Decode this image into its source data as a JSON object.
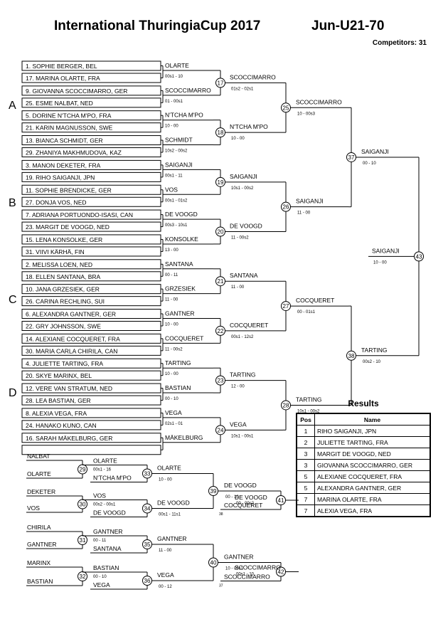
{
  "header": {
    "title": "International ThuringiaCup 2017",
    "category": "Jun-U21-70",
    "competitors": "Competitors: 31"
  },
  "pools": [
    "A",
    "B",
    "C",
    "D"
  ],
  "entries": [
    "1. SOPHIE  BERGER, BEL",
    "17. MARINA OLARTE, FRA",
    "9. GIOVANNA SCOCCIMARRO, GER",
    "25. ESME NALBAT, NED",
    "5. DORINE        N'TCHA M'PO, FRA",
    "21. KARIN MAGNUSSON, SWE",
    "13. BIANCA SCHMIDT, GER",
    "29. ZHANIYA MAKHMUDOVA, KAZ",
    "3. MANON DEKETER, FRA",
    "19. RIHO SAIGANJI, JPN",
    "11. SOPHIE BRENDICKE, GER",
    "27. DONJA VOS, NED",
    "7. ADRIANA PORTUONDO-ISASI, CAN",
    "23. MARGIT DE VOOGD, NED",
    "15. LENA KONSOLKE, GER",
    "31. VIIVI KÄRHÄ, FIN",
    "2. MELISSA LOEN, NED",
    "18. ELLEN SANTANA, BRA",
    "10. JANA GRZESIEK, GER",
    "26. CARINA RECHLING, SUI",
    "6. ALEXANDRA GANTNER, GER",
    "22. GRY JOHNSSON, SWE",
    "14. ALEXIANE COCQUERET, FRA",
    "30. MARIA CARLA CHIRILA, CAN",
    "4. JULIETTE TARTING, FRA",
    "20. SKYE MARINX, BEL",
    "12. VERE VAN STRATUM, NED",
    "28. LEA BASTIAN, GER",
    "8. ALEXIA VEGA, FRA",
    "24. HANAKO KUNO, CAN",
    "16. SARAH MÄKELBURG, GER",
    ""
  ],
  "round1": [
    {
      "winner": "OLARTE",
      "score": "00s1 - 10"
    },
    {
      "winner": "SCOCCIMARRO",
      "score": "01 - 00s1"
    },
    {
      "winner": "N'TCHA M'PO",
      "score": "10 - 00"
    },
    {
      "winner": "SCHMIDT",
      "score": "10s2 - 00s2"
    },
    {
      "winner": "SAIGANJI",
      "score": "00s1 - 11"
    },
    {
      "winner": "VOS",
      "score": "00s1 - 01s2"
    },
    {
      "winner": "DE VOOGD",
      "score": "00s3 - 10s1"
    },
    {
      "winner": "KONSOLKE",
      "score": "13 - 00"
    },
    {
      "winner": "SANTANA",
      "score": "00 - 11"
    },
    {
      "winner": "GRZESIEK",
      "score": "11 - 00"
    },
    {
      "winner": "GANTNER",
      "score": "10 - 00"
    },
    {
      "winner": "COCQUERET",
      "score": "11 - 00s2"
    },
    {
      "winner": "TARTING",
      "score": "10 - 00"
    },
    {
      "winner": "BASTIAN",
      "score": "00 - 10"
    },
    {
      "winner": "VEGA",
      "score": "02s1 - 01"
    },
    {
      "winner": "MÄKELBURG",
      "score": ""
    }
  ],
  "round2": [
    {
      "num": "17",
      "winner": "SCOCCIMARRO",
      "score": "01s2 - 02s1"
    },
    {
      "num": "18",
      "winner": "N'TCHA M'PO",
      "score": "10 - 00"
    },
    {
      "num": "19",
      "winner": "SAIGANJI",
      "score": "10s1 - 00s2"
    },
    {
      "num": "20",
      "winner": "DE VOOGD",
      "score": "11 - 00s2"
    },
    {
      "num": "21",
      "winner": "SANTANA",
      "score": "11 - 00"
    },
    {
      "num": "22",
      "winner": "COCQUERET",
      "score": "00s1 - 12s2"
    },
    {
      "num": "23",
      "winner": "TARTING",
      "score": "12 - 00"
    },
    {
      "num": "24",
      "winner": "VEGA",
      "score": "10s1 - 00s1"
    }
  ],
  "round3": [
    {
      "num": "25",
      "winner": "SCOCCIMARRO",
      "score": "10 - 00s3"
    },
    {
      "num": "26",
      "winner": "SAIGANJI",
      "score": "11 - 00"
    },
    {
      "num": "27",
      "winner": "COCQUERET",
      "score": "00 - 01s1"
    },
    {
      "num": "28",
      "winner": "TARTING",
      "score": "10s1 - 00s2"
    }
  ],
  "semis": [
    {
      "num": "37",
      "winner": "SAIGANJI",
      "score": "00 - 10"
    },
    {
      "num": "38",
      "winner": "TARTING",
      "score": "00s2 - 10"
    }
  ],
  "final": {
    "num": "43",
    "winner": "SAIGANJI",
    "score": "10 - 00"
  },
  "repechage": {
    "first_round": [
      {
        "num": "29",
        "top": "NALBAT",
        "bottom": "OLARTE",
        "winner": "OLARTE",
        "opponent": "N'TCHA M'PO",
        "score": "00s1 - 16"
      },
      {
        "num": "30",
        "top": "DEKETER",
        "bottom": "VOS",
        "winner": "VOS",
        "opponent": "DE VOOGD",
        "score": "00s2 - 00s1"
      },
      {
        "num": "31",
        "top": "CHIRILA",
        "bottom": "GANTNER",
        "winner": "GANTNER",
        "opponent": "SANTANA",
        "score": "00 - 11"
      },
      {
        "num": "32",
        "top": "MARINX",
        "bottom": "BASTIAN",
        "winner": "BASTIAN",
        "opponent": "VEGA",
        "score": "00 - 10"
      }
    ],
    "second_round": [
      {
        "num": "33",
        "winner": "OLARTE",
        "score": "10 - 00"
      },
      {
        "num": "34",
        "winner": "DE VOOGD",
        "score": "00s1 - 11s1"
      },
      {
        "num": "35",
        "winner": "GANTNER",
        "score": "11 - 00"
      },
      {
        "num": "36",
        "winner": "VEGA",
        "score": "00 - 12"
      }
    ],
    "third_round": [
      {
        "num": "39",
        "winner": "DE VOOGD",
        "score": "00 - 10"
      },
      {
        "num": "40",
        "winner": "GANTNER",
        "score": "10 - 00s1"
      }
    ],
    "bronze": [
      {
        "num": "41",
        "top": "DE VOOGD",
        "bottom": "COCQUERET",
        "score": "00 - 00s2",
        "ref": "38"
      },
      {
        "num": "42",
        "top": "SCOCCIMARRO",
        "bottom": "SCOCCIMARRO",
        "score": "00s1 - 10",
        "ref": "37"
      }
    ]
  },
  "results": {
    "title": "Results",
    "headers": [
      "Pos",
      "Name"
    ],
    "rows": [
      {
        "pos": "1",
        "name": "RIHO SAIGANJI, JPN"
      },
      {
        "pos": "2",
        "name": "JULIETTE TARTING, FRA"
      },
      {
        "pos": "3",
        "name": "MARGIT DE VOOGD, NED"
      },
      {
        "pos": "3",
        "name": "GIOVANNA SCOCCIMARRO, GER"
      },
      {
        "pos": "5",
        "name": "ALEXIANE COCQUERET, FRA"
      },
      {
        "pos": "5",
        "name": "ALEXANDRA GANTNER, GER"
      },
      {
        "pos": "7",
        "name": "MARINA OLARTE, FRA"
      },
      {
        "pos": "7",
        "name": "ALEXIA VEGA, FRA"
      }
    ]
  }
}
